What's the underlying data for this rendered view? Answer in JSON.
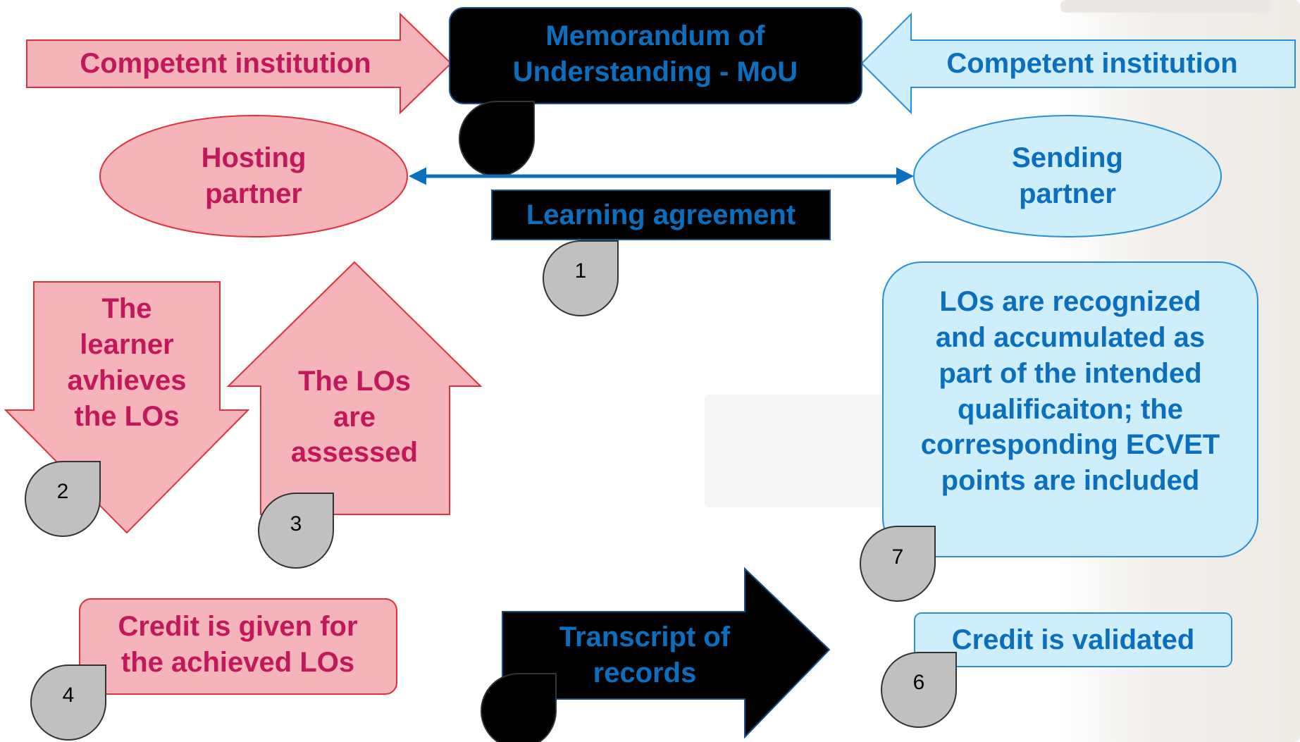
{
  "mou": {
    "line1": "Memorandum of",
    "line2": "Understanding - MoU"
  },
  "left_institution": "Competent institution",
  "right_institution": "Competent institution",
  "hosting_partner": {
    "line1": "Hosting",
    "line2": "partner"
  },
  "sending_partner": {
    "line1": "Sending",
    "line2": "partner"
  },
  "learning_agreement": "Learning agreement",
  "step2": {
    "line1": "The",
    "line2": "learner",
    "line3": "avhieves",
    "line4": "the LOs"
  },
  "step3": {
    "line1": "The LOs",
    "line2": "are",
    "line3": "assessed"
  },
  "step4": {
    "line1": "Credit is given for",
    "line2": "the achieved LOs"
  },
  "transcript": {
    "line1": "Transcript of",
    "line2": "records"
  },
  "step6": "Credit is validated",
  "step7": {
    "line1": "LOs are recognized",
    "line2": "and accumulated as",
    "line3": "part of the intended",
    "line4": "qualificaiton; the",
    "line5": "corresponding ECVET",
    "line6": "points are included"
  },
  "badges": {
    "b1": "1",
    "b2": "2",
    "b3": "3",
    "b4": "4",
    "b6": "6",
    "b7": "7"
  },
  "colors": {
    "pink_fill": "#f5b3ba",
    "pink_stroke": "#e0303c",
    "pink_text": "#c2185b",
    "blue_fill": "#cfeefc",
    "blue_stroke": "#2a8fd6",
    "blue_text": "#0b6fbf",
    "black": "#000000",
    "badge_fill": "#c0c0c0"
  }
}
